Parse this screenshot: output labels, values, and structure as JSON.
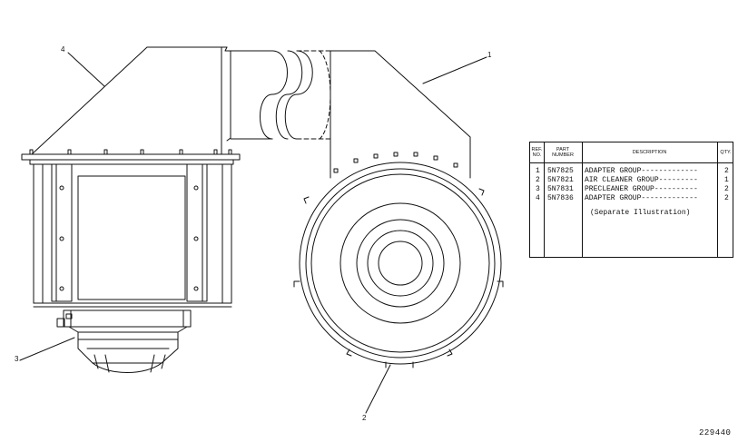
{
  "callouts": {
    "c1": "1",
    "c2": "2",
    "c3": "3",
    "c4": "4"
  },
  "table": {
    "headers": {
      "ref_no": "REF.\nNO.",
      "part_number": "PART\nNUMBER",
      "description": "DESCRIPTION",
      "qty": "QTY."
    },
    "rows": [
      {
        "ref": "1",
        "part": "5N7825",
        "desc": "ADAPTER GROUP-------------",
        "qty": "2"
      },
      {
        "ref": "2",
        "part": "5N7821",
        "desc": "AIR CLEANER GROUP---------",
        "qty": "1"
      },
      {
        "ref": "3",
        "part": "5N7831",
        "desc": "PRECLEANER GROUP----------",
        "qty": "2"
      },
      {
        "ref": "4",
        "part": "5N7836",
        "desc": "ADAPTER GROUP-------------",
        "qty": "2"
      }
    ],
    "note": "(Separate Illustration)"
  },
  "illustration_number": "229440",
  "colors": {
    "ink": "#111111",
    "paper": "#ffffff"
  }
}
